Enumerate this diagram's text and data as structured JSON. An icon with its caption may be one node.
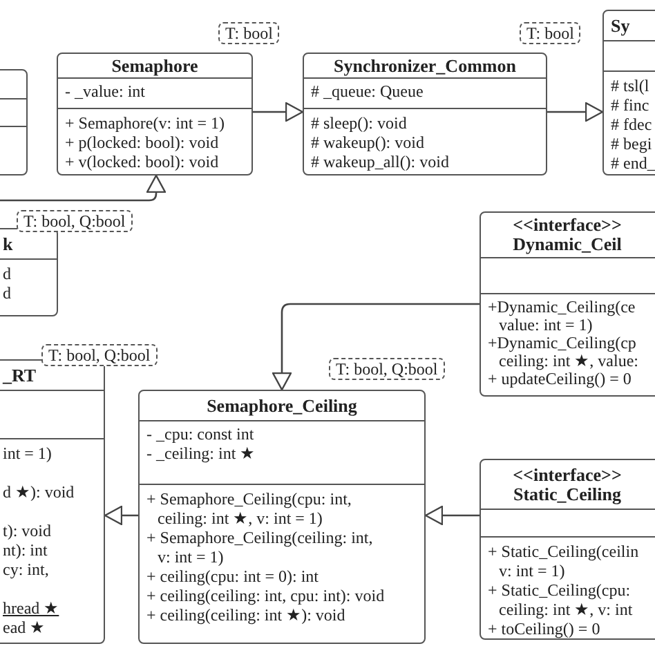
{
  "diagram": {
    "nodes": [
      {
        "text": [],
        "shape": "box"
      },
      {
        "text": [
          "Semaphore",
          "- _value: int",
          "+ Semaphore(v: int = 1)",
          "+ p(locked: bool): void",
          "+ v(locked: bool): void"
        ],
        "beside": [
          "T: bool"
        ]
      },
      {
        "text": [
          "Synchronizer_Common",
          "# _queue: Queue",
          "# sleep(): void",
          "# wakeup(): void",
          "# wakeup_all(): void"
        ],
        "beside": [
          "T: bool"
        ]
      },
      {
        "text": [
          "Sy",
          "# tsl(l",
          "# finc",
          "# fdec",
          "# begi",
          "# end_"
        ]
      },
      {
        "text": [
          "k",
          "d",
          "d"
        ],
        "beside": [
          "T: bool, Q:bool"
        ]
      },
      {
        "text": [
          "_RT",
          "int = 1)",
          "d ★): void",
          "t): void",
          "nt): int",
          "cy: int,",
          "hread ★",
          "ead ★"
        ],
        "beside": [
          "T: bool, Q:bool"
        ]
      },
      {
        "text": [
          "<<interface>>",
          "Dynamic_Ceil",
          "+Dynamic_Ceiling(ce value: int = 1)",
          "+Dynamic_Ceiling(cp ceiling: int ★, value:",
          "+ updateCeiling() = 0"
        ]
      },
      {
        "text": [
          "Semaphore_Ceiling",
          "- _cpu: const int",
          "- _ceiling: int ★",
          "+ Semaphore_Ceiling(cpu: int, ceiling: int ★, v: int = 1)",
          "+ Semaphore_Ceiling(ceiling: int, v: int = 1)",
          "+ ceiling(cpu: int = 0): int",
          "+ ceiling(ceiling: int, cpu: int): void",
          "+ ceiling(ceiling: int ★): void"
        ],
        "beside": [
          "T: bool, Q:bool"
        ]
      },
      {
        "text": [
          "<<interface>>",
          "Static_Ceiling",
          "+ Static_Ceiling(ceilin v: int = 1)",
          "+ Static_Ceiling(cpu: ceiling: int ★, v: int",
          "+ toCeiling() = 0"
        ]
      }
    ],
    "edges": [
      {
        "from": 1,
        "to": 2,
        "arrow": "to"
      },
      {
        "from": 2,
        "to": 3,
        "arrow": "to"
      },
      {
        "from": null,
        "to": 1,
        "arrow": "to"
      },
      {
        "from": 6,
        "to": 7,
        "arrow": "to"
      },
      {
        "from": 7,
        "to": 5,
        "arrow": "to"
      },
      {
        "from": 8,
        "to": 7,
        "arrow": "to"
      }
    ]
  }
}
